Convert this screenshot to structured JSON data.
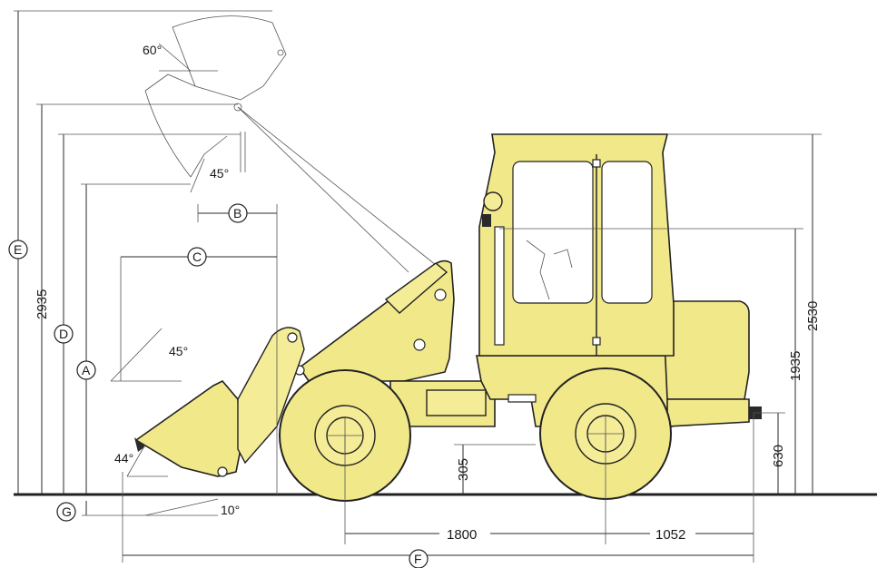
{
  "dimensions": {
    "overall_height_2935": "2935",
    "cab_height_2530": "2530",
    "height_1935": "1935",
    "hitch_height_630": "630",
    "ground_clearance_305": "305",
    "wheelbase_1800": "1800",
    "rear_overhang_1052": "1052"
  },
  "angles": {
    "bucket_top_60": "60°",
    "dump_45": "45°",
    "mid_45": "45°",
    "rollback_44": "44°",
    "dig_10": "10°"
  },
  "refs": {
    "A": "A",
    "B": "B",
    "C": "C",
    "D": "D",
    "E": "E",
    "F": "F",
    "G": "G"
  },
  "colors": {
    "machine": "#f1e88a",
    "outline": "#222222",
    "background": "#ffffff"
  }
}
